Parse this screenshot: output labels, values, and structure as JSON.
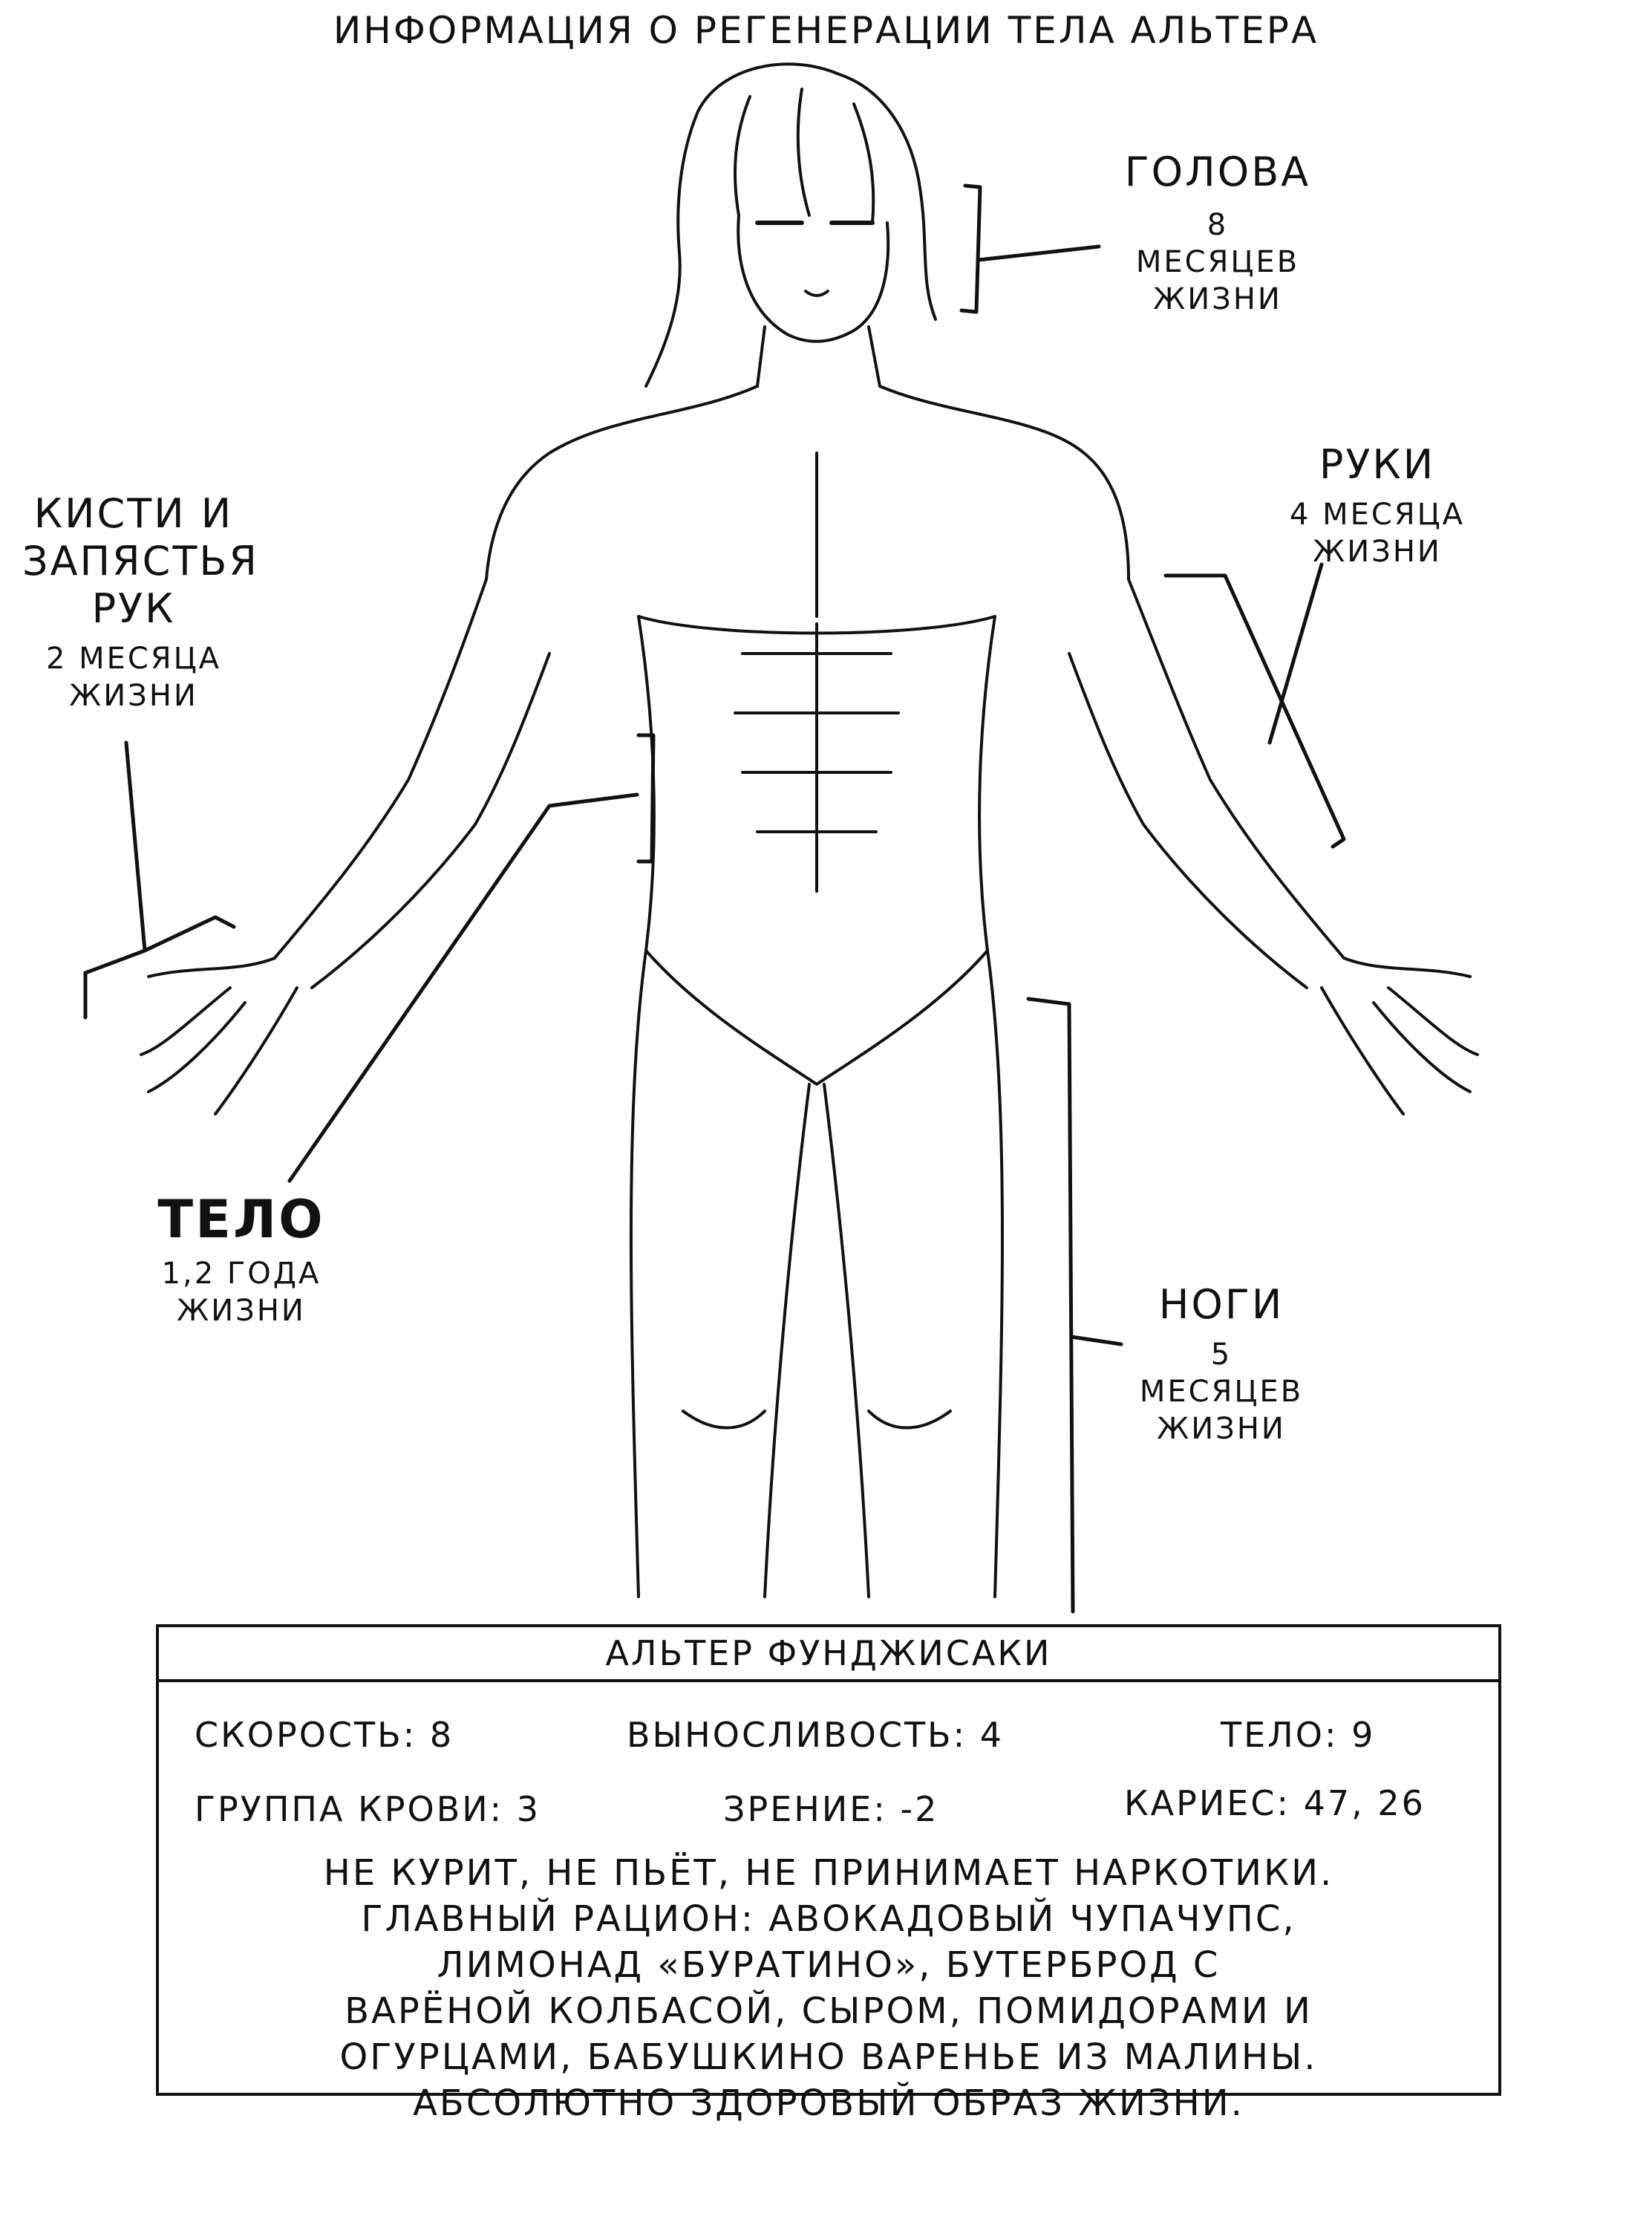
{
  "title": "Информация о регенерации тела Альтера",
  "labels": {
    "head": {
      "name": "Голова",
      "value": "8 месяцев жизни"
    },
    "arms": {
      "name": "Руки",
      "value": "4 месяца жизни"
    },
    "hands": {
      "name": "Кисти и запястья рук",
      "value": "2 месяца жизни"
    },
    "body": {
      "name": "Тело",
      "value": "1,2 года жизни"
    },
    "legs": {
      "name": "Ноги",
      "value": "5 месяцев жизни"
    }
  },
  "card": {
    "name": "Альтер Фунджисаки",
    "stats": {
      "speed": "Скорость: 8",
      "stamina": "Выносливость: 4",
      "body": "Тело: 9",
      "blood": "Группа крови: 3",
      "vision": "Зрение: -2",
      "caries": "Кариес: 47, 26"
    },
    "bio": "Не курит, не пьёт, не принимает наркотики.\nГлавный рацион: авокадовый чупачупс,\nлимонад «Буратино», бутерброд с\nварёной колбасой, сыром, помидорами и\nогурцами, бабушкино варенье из малины.\nАбсолютно здоровый образ жизни."
  }
}
